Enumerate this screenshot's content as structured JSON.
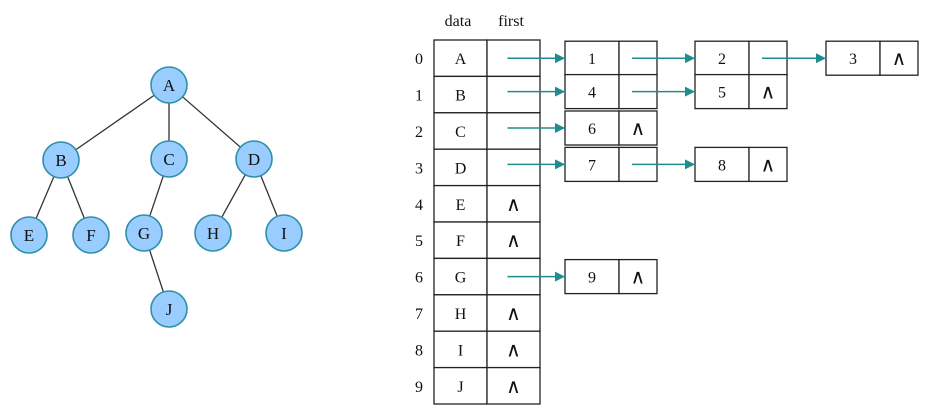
{
  "tree": {
    "nodes": [
      {
        "id": "A",
        "label": "A"
      },
      {
        "id": "B",
        "label": "B"
      },
      {
        "id": "C",
        "label": "C"
      },
      {
        "id": "D",
        "label": "D"
      },
      {
        "id": "E",
        "label": "E"
      },
      {
        "id": "F",
        "label": "F"
      },
      {
        "id": "G",
        "label": "G"
      },
      {
        "id": "H",
        "label": "H"
      },
      {
        "id": "I",
        "label": "I"
      },
      {
        "id": "J",
        "label": "J"
      }
    ],
    "edges": [
      [
        "A",
        "B"
      ],
      [
        "A",
        "C"
      ],
      [
        "A",
        "D"
      ],
      [
        "B",
        "E"
      ],
      [
        "B",
        "F"
      ],
      [
        "C",
        "G"
      ],
      [
        "D",
        "H"
      ],
      [
        "D",
        "I"
      ],
      [
        "G",
        "J"
      ]
    ]
  },
  "table": {
    "header_data": "data",
    "header_first": "first",
    "rows": [
      {
        "index": "0",
        "data": "A",
        "first_null": false
      },
      {
        "index": "1",
        "data": "B",
        "first_null": false
      },
      {
        "index": "2",
        "data": "C",
        "first_null": false
      },
      {
        "index": "3",
        "data": "D",
        "first_null": false
      },
      {
        "index": "4",
        "data": "E",
        "first_null": true
      },
      {
        "index": "5",
        "data": "F",
        "first_null": true
      },
      {
        "index": "6",
        "data": "G",
        "first_null": false
      },
      {
        "index": "7",
        "data": "H",
        "first_null": true
      },
      {
        "index": "8",
        "data": "I",
        "first_null": true
      },
      {
        "index": "9",
        "data": "J",
        "first_null": true
      }
    ]
  },
  "null_symbol": "∧",
  "child_lists": [
    {
      "row": 0,
      "children": [
        "1",
        "2",
        "3"
      ]
    },
    {
      "row": 1,
      "children": [
        "4",
        "5"
      ]
    },
    {
      "row": 2,
      "children": [
        "6"
      ]
    },
    {
      "row": 3,
      "children": [
        "7",
        "8"
      ]
    },
    {
      "row": 6,
      "children": [
        "9"
      ]
    }
  ],
  "colors": {
    "node_fill": "#99ccff",
    "node_stroke": "#2f8fa8",
    "arrow": "#1f8d8d"
  }
}
